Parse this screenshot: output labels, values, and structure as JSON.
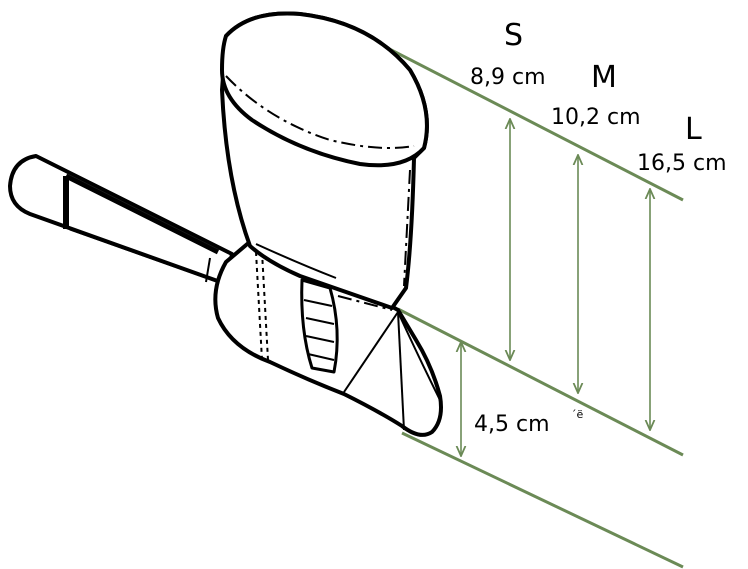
{
  "sizes": [
    {
      "letter": "S",
      "measure": "8,9 cm"
    },
    {
      "letter": "M",
      "measure": "10,2 cm"
    },
    {
      "letter": "L",
      "measure": "16,5 cm"
    }
  ],
  "lower_measure": "4,5 cm",
  "stray_mark": "´ë",
  "colors": {
    "guide_lines": "#6b8a56",
    "outline": "#000000"
  }
}
